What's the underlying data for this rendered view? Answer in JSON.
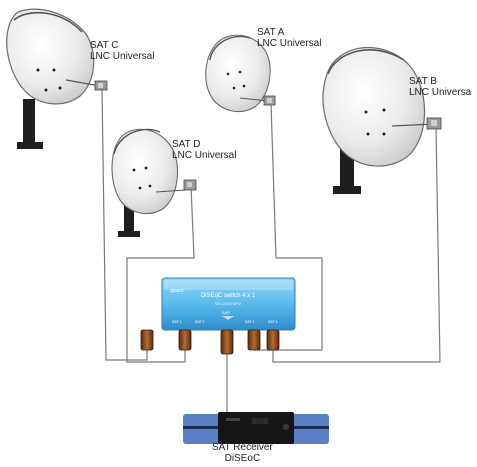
{
  "satellites": [
    {
      "id": "sat-c",
      "name": "SAT C",
      "lnb": "LNC Universal"
    },
    {
      "id": "sat-a",
      "name": "SAT A",
      "lnb": "LNC Universal"
    },
    {
      "id": "sat-b",
      "name": "SAT B",
      "lnb": "LNC Universa"
    },
    {
      "id": "sat-d",
      "name": "SAT D",
      "lnb": "LNC Universal"
    }
  ],
  "switch": {
    "brand": "spaun",
    "title": "DiSEqC switch 4 x 1",
    "subtitle": "950-2400 MHz",
    "model": "SAR",
    "ports_top": [
      "SAT 1",
      "SAT 2",
      "",
      "SAT 3",
      "SAT 4"
    ]
  },
  "receiver": {
    "name": "SAT Receiver",
    "mode": "DiSEoC"
  },
  "colors": {
    "dish": "#e9e9e9",
    "dish_stroke": "#6b6b6b",
    "mast": "#1e1e1e",
    "cable": "#7a7a7a",
    "switch_body": "#58b8ec",
    "connector": "#8b4a1c",
    "receiver_body": "#161616",
    "receiver_ends": "#5b7fc4"
  }
}
